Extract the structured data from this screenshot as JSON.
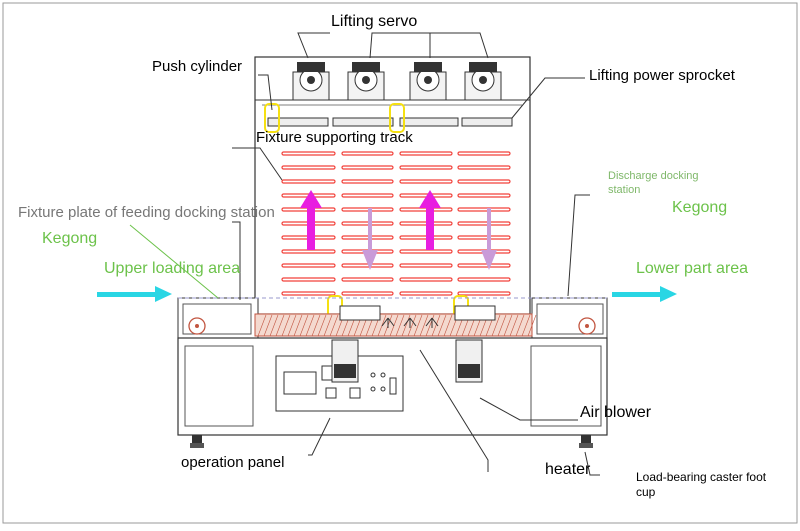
{
  "labels": {
    "lifting_servo": "Lifting servo",
    "push_cylinder": "Push cylinder",
    "lifting_power_sprocket": "Lifting power sprocket",
    "fixture_supporting_track": "Fixture supporting track",
    "fixture_plate_feeding": "Fixture plate of feeding docking station",
    "kegong_left": "Kegong",
    "upper_loading_area": "Upper loading area",
    "discharge_docking_line1": "Discharge docking",
    "discharge_docking_line2": "station",
    "kegong_right": "Kegong",
    "lower_part_area": "Lower part area",
    "air_blower": "Air blower",
    "operation_panel": "operation panel",
    "heater": "heater",
    "caster_line1": "Load-bearing caster foot",
    "caster_line2": "cup"
  },
  "colors": {
    "line": "#333333",
    "heater_bar": "#f2413a",
    "up_arrow": "#e81ee0",
    "down_arrow": "#c99bd8",
    "feed_arrow": "#29d6e4",
    "yellow_marker": "#f5e012",
    "heater_zone": "#c25540",
    "label_green": "#6cc24a"
  },
  "icons": [
    "servo-motor-icon",
    "fan-icon",
    "blower-motor-icon",
    "caster-icon"
  ]
}
